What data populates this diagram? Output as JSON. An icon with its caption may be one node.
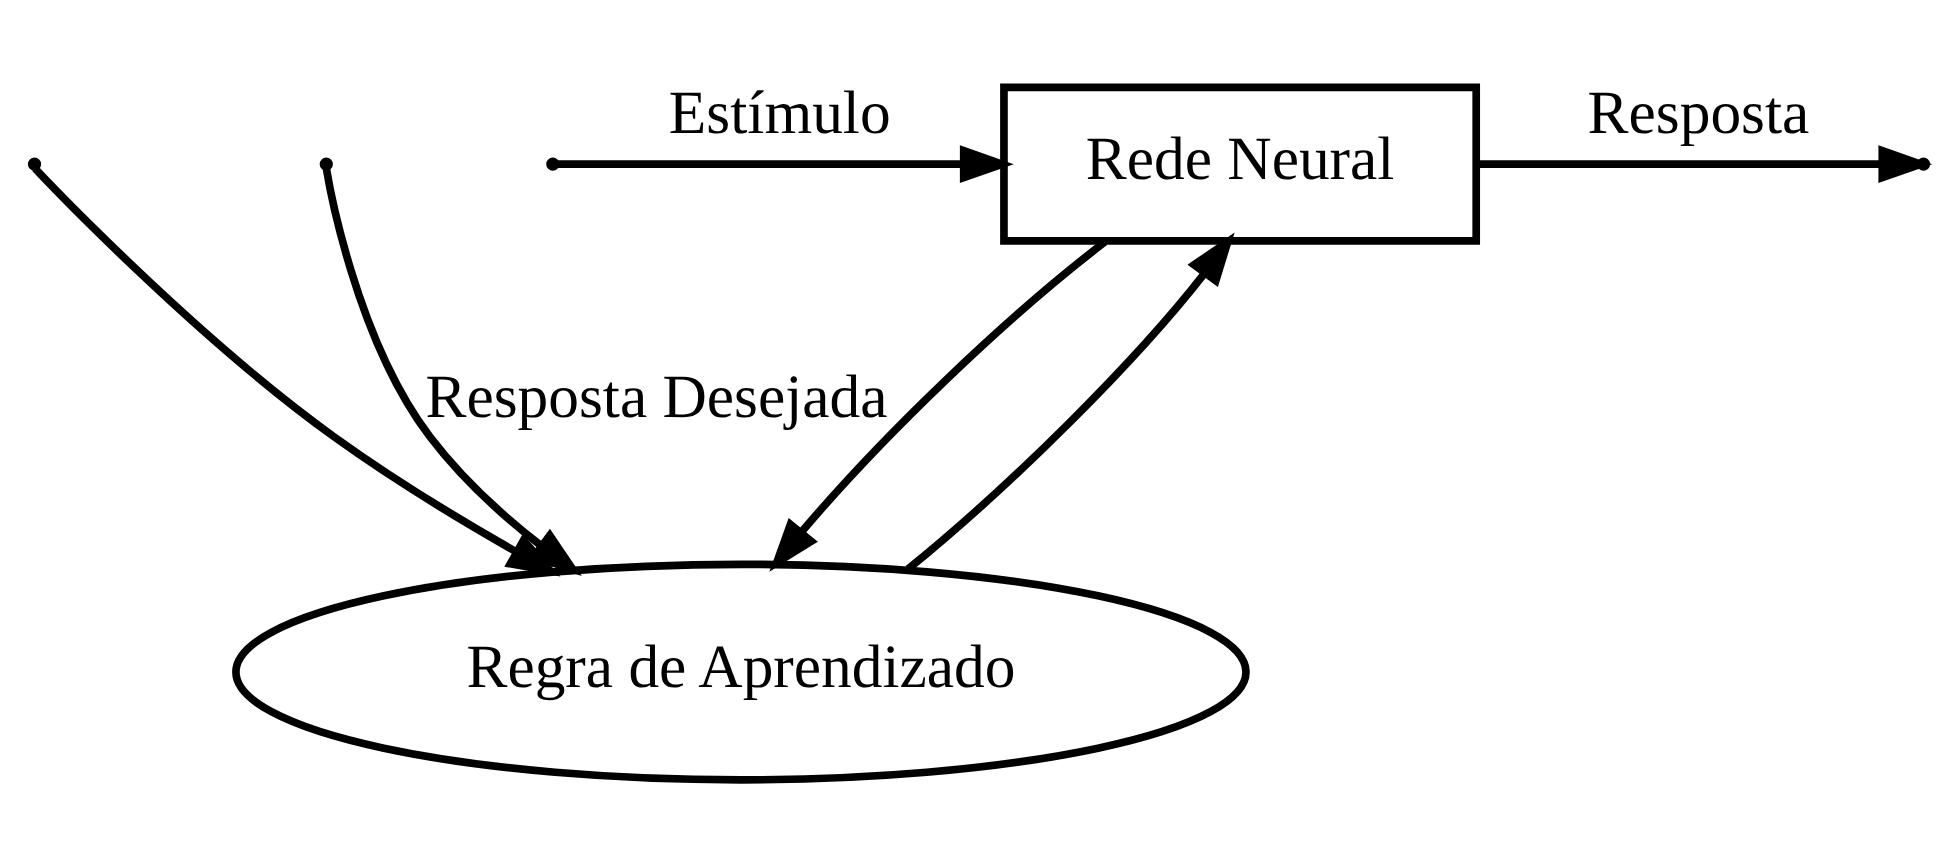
{
  "diagram": {
    "nodes": [
      {
        "text": [
          "Rede Neural"
        ]
      },
      {
        "text": [
          "Regra de Aprendizado"
        ]
      }
    ],
    "edges": [
      {
        "from": null,
        "to": 0,
        "arrow": "to",
        "label": "Estímulo"
      },
      {
        "from": null,
        "to": 1,
        "arrow": "to"
      },
      {
        "from": 0,
        "to": null,
        "arrow": "to",
        "label": "Resposta"
      },
      {
        "from": 0,
        "to": 1,
        "arrow": "to"
      },
      {
        "from": 1,
        "to": 0,
        "arrow": "to"
      },
      {
        "from": null,
        "to": 1,
        "arrow": "to",
        "label": "Resposta Desejada"
      }
    ]
  }
}
